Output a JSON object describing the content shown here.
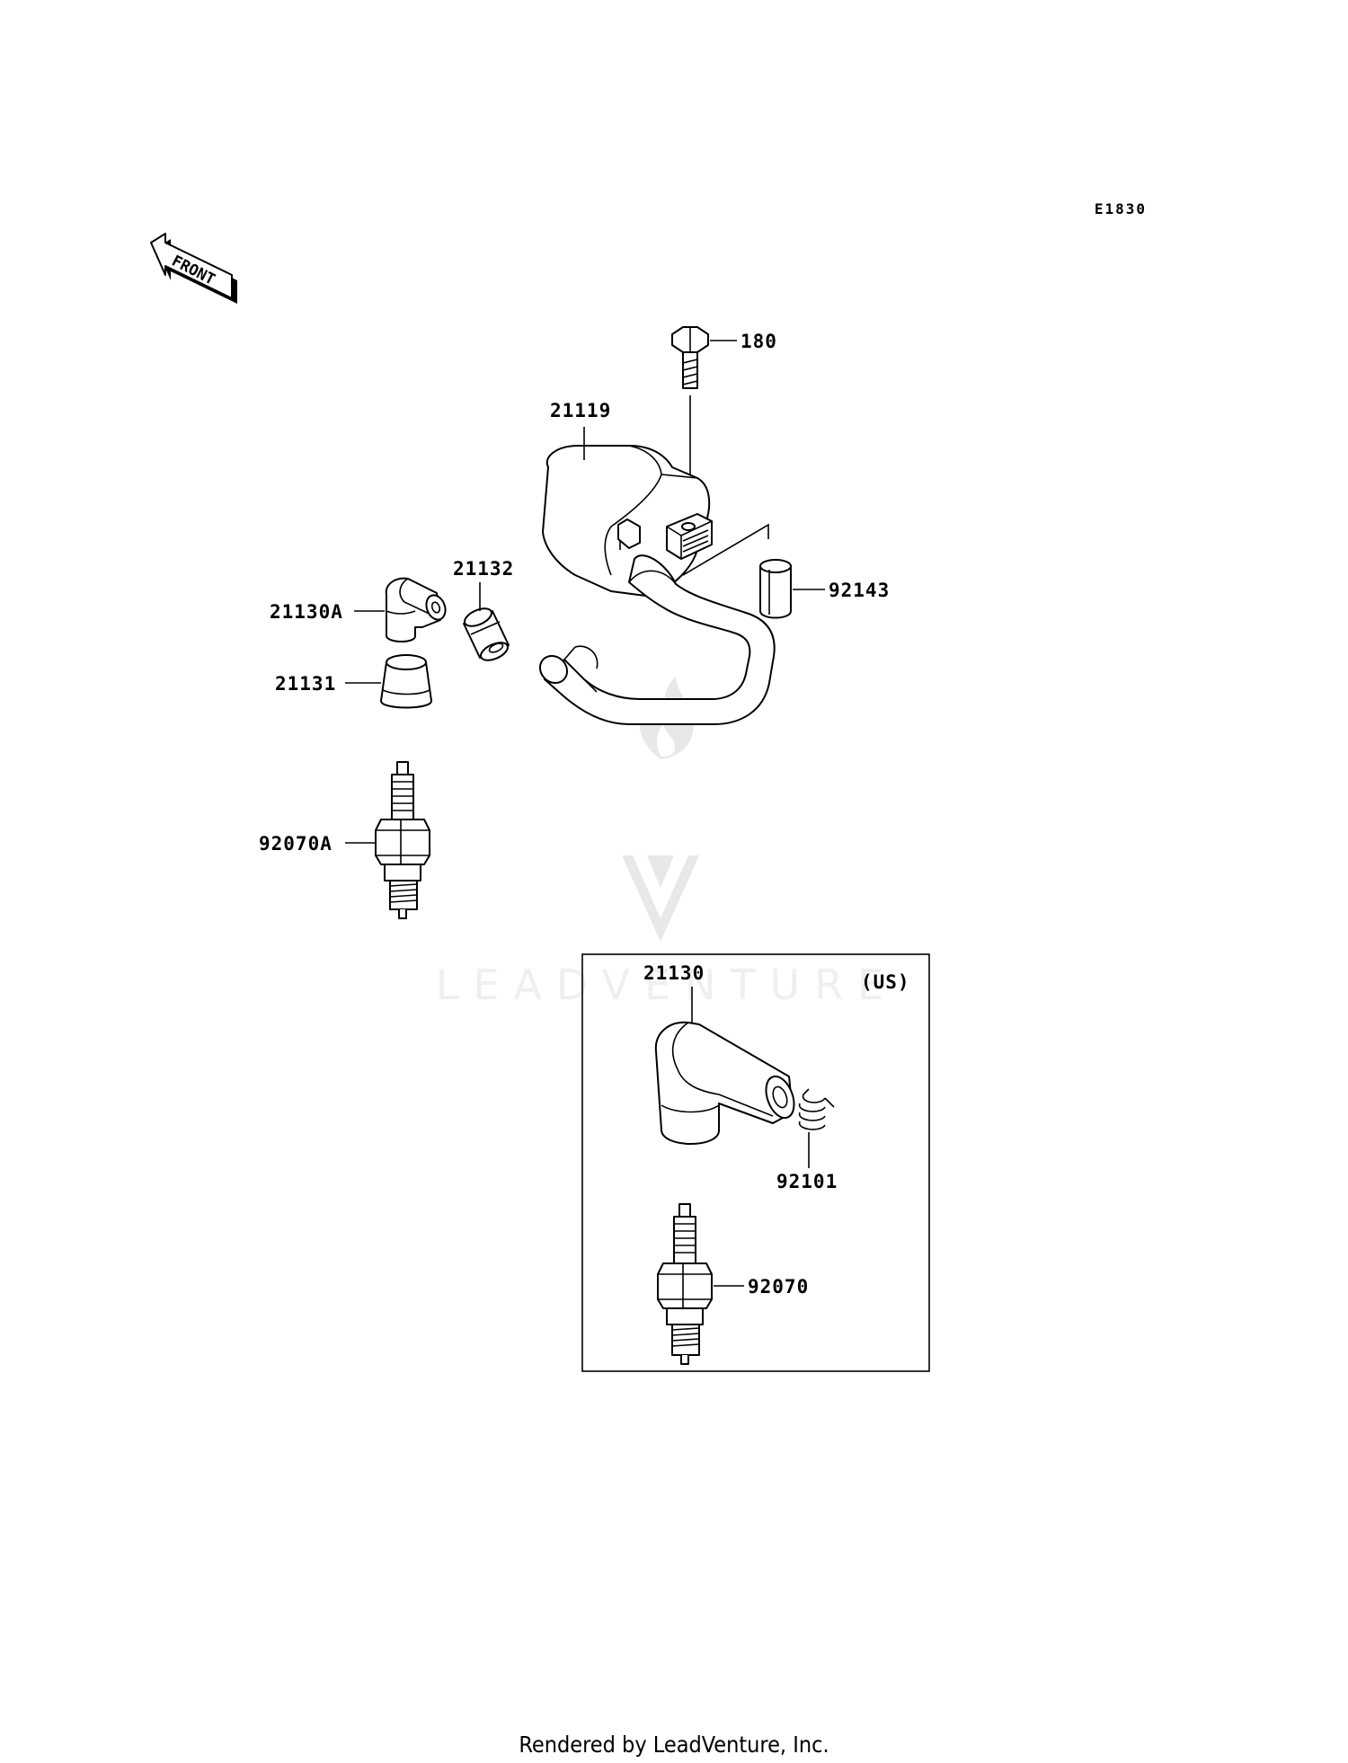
{
  "diagram": {
    "code": "E1830",
    "front_label": "FRONT",
    "watermark": "LEADVENTURE",
    "footer": "Rendered by LeadVenture, Inc.",
    "inset_tag": "(US)",
    "colors": {
      "line": "#000000",
      "watermark": "#e6e6e6",
      "background": "#ffffff"
    }
  },
  "callouts": {
    "bolt": "180",
    "ignition_coil": "21119",
    "collar": "92143",
    "cap_connector": "21132",
    "plug_cap_a": "21130A",
    "seal_cap": "21131",
    "spark_plug_a": "92070A",
    "plug_cap_us": "21130",
    "spring": "92101",
    "spark_plug_us": "92070"
  }
}
